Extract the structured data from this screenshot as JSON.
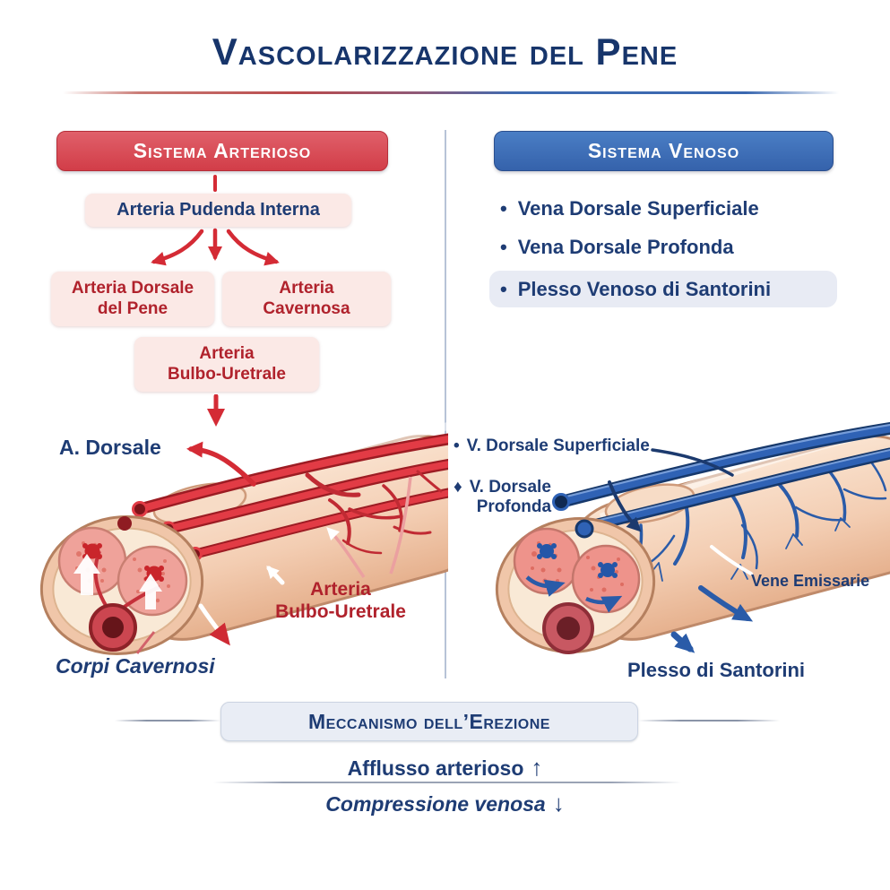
{
  "title": "Vascolarizzazione del Pene",
  "arterial_system": {
    "header": "Sistema Arterioso",
    "boxes": {
      "pudenda": "Arteria Pudenda Interna",
      "dorsale_line1": "Arteria Dorsale",
      "dorsale_line2": "del Pene",
      "cavernosa_line1": "Arteria",
      "cavernosa_line2": "Cavernosa",
      "bulbo_line1": "Arteria",
      "bulbo_line2": "Bulbo-Uretrale"
    },
    "labels": {
      "a_dorsale": "A. Dorsale",
      "bulbo_line1": "Arteria",
      "bulbo_line2": "Bulbo-Uretrale",
      "corpi_cavernosi": "Corpi Cavernosi"
    }
  },
  "venous_system": {
    "header": "Sistema Venoso",
    "bullets": [
      {
        "marker": "•",
        "label": "Vena Dorsale Superficiale"
      },
      {
        "marker": "•",
        "label": "Vena Dorsale Profonda"
      },
      {
        "marker": "•",
        "label": "Plesso Venoso di Santorini"
      }
    ],
    "labels": {
      "superficiale_marker": "•",
      "superficiale": "V. Dorsale Superficiale",
      "profonda_marker": "♦",
      "profonda_line1": "V. Dorsale",
      "profonda_line2": "Profonda",
      "vene_emissarie": "Vene Emissarie",
      "plesso_santorini": "Plesso di Santorini"
    }
  },
  "mechanism": {
    "header": "Meccanismo dell’Erezione",
    "afflusso_label": "Afflusso arterioso",
    "afflusso_arrow": "↑",
    "compressione_label": "Compressione venosa",
    "compressione_arrow": "↓"
  },
  "colors": {
    "navy_text": "#1e3c74",
    "arterial_red": "#d8454f",
    "arterial_dark_red_text": "#b0222c",
    "pink_box_bg": "#fbe9e6",
    "venous_blue": "#3a6db6",
    "soft_panel_bg": "#e8ebf4"
  }
}
